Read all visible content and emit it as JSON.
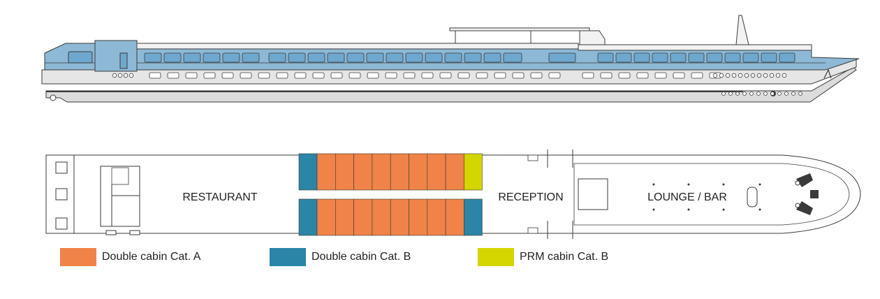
{
  "deck_plan": {
    "rooms": {
      "restaurant": "RESTAURANT",
      "reception": "RECEPTION",
      "lounge_bar": "LOUNGE / BAR"
    }
  },
  "legend": [
    {
      "label": "Double cabin Cat. A",
      "color": "#EF8348"
    },
    {
      "label": "Double cabin Cat. B",
      "color": "#2A85A6"
    },
    {
      "label": "PRM cabin Cat. B",
      "color": "#D5D500"
    }
  ],
  "colors": {
    "hull": "#D9D9D9",
    "superstructure": "#8DB9D6",
    "windows": "#6FA8CE",
    "outline": "#3A3A3A"
  }
}
